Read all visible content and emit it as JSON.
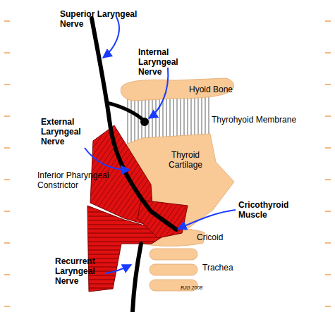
{
  "diagram": {
    "nodes": [
      {
        "text": [
          "Hyoid Bone"
        ]
      },
      {
        "text": [
          "Thyroid Cartilage"
        ]
      }
    ],
    "labels": [
      "Superior Laryngeal Nerve",
      "Internal Laryngeal Nerve",
      "External Laryngeal Nerve",
      "Inferior Pharyngeal Constrictor",
      "Cricothyroid Muscle",
      "Thyrohyoid Membrane",
      "Cricoid",
      "Trachea",
      "Recurrent Laryngeal Nerve",
      "BJG 2008"
    ]
  }
}
